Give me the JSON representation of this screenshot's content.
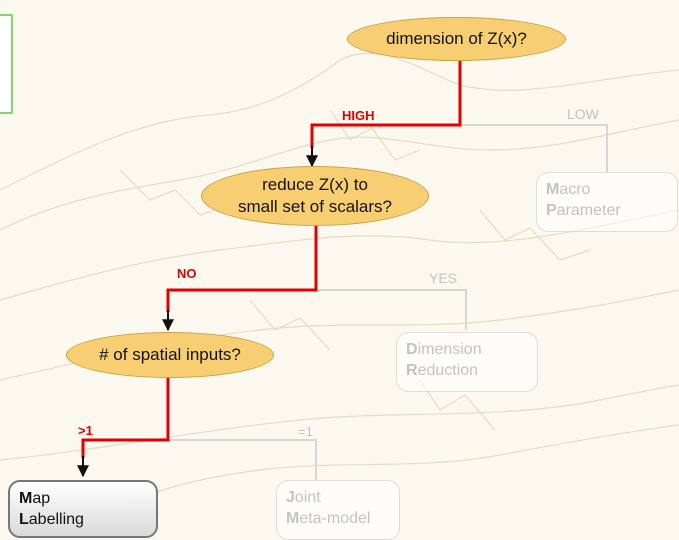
{
  "decisions": {
    "d1": "dimension of Z(x)?",
    "d2_line1": "reduce Z(x) to",
    "d2_line2": "small set of scalars?",
    "d3": "# of spatial inputs?"
  },
  "edges": {
    "high": "HIGH",
    "low": "LOW",
    "no": "NO",
    "yes": "YES",
    "gt1": ">1",
    "eq1": "=1"
  },
  "outcomes": {
    "macro": {
      "first1": "M",
      "rest1": "acro",
      "first2": "P",
      "rest2": "arameter"
    },
    "dimension": {
      "first1": "D",
      "rest1": "imension",
      "first2": "R",
      "rest2": "eduction"
    },
    "joint": {
      "first1": "J",
      "rest1": "oint",
      "first2": "M",
      "rest2": "eta-model"
    },
    "map": {
      "first1": "M",
      "rest1": "ap",
      "first2": "L",
      "rest2": "abelling"
    }
  },
  "colors": {
    "active_path": "#e00000",
    "decision_fill": "#f7cf72",
    "faded_path": "#d8d8d8"
  }
}
